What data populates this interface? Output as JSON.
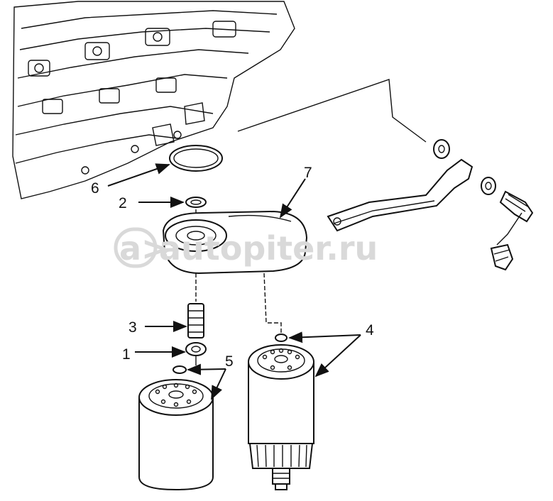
{
  "diagram": {
    "callouts": [
      "1",
      "2",
      "3",
      "4",
      "5",
      "6",
      "7"
    ],
    "watermark": "autopiter.ru",
    "watermark_logo": "a>",
    "colors": {
      "line": "#111111",
      "background": "#ffffff",
      "watermark": "#d9d9d9"
    }
  }
}
